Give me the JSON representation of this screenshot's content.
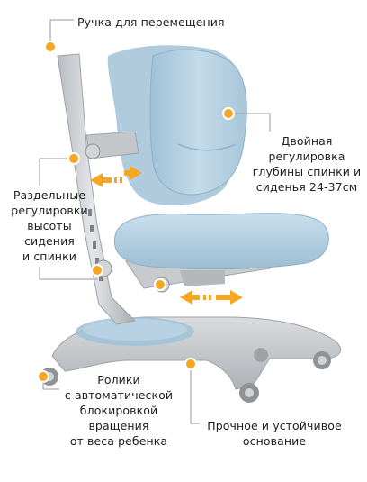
{
  "labels": {
    "handle": [
      "Ручка для перемещения"
    ],
    "depth": [
      "Двойная",
      "регулировка",
      "глубины спинки и",
      "сиденья 24-37см"
    ],
    "height": [
      "Раздельные",
      "регулировки",
      "высоты",
      "сидения",
      "и спинки"
    ],
    "wheels": [
      "Ролики",
      "с автоматической",
      "блокировкой",
      "вращения",
      "от веса ребенка"
    ],
    "base": [
      "Прочное и устойчивое",
      "основание"
    ]
  },
  "colors": {
    "accent_orange": "#f5a623",
    "seat_blue": "#b9d3e4",
    "frame_gray": "#c9cccf",
    "frame_dark": "#a9adb1",
    "leader_line": "#9a9a9a"
  },
  "icons": [
    "marker-dot",
    "double-arrow",
    "double-arrow"
  ]
}
